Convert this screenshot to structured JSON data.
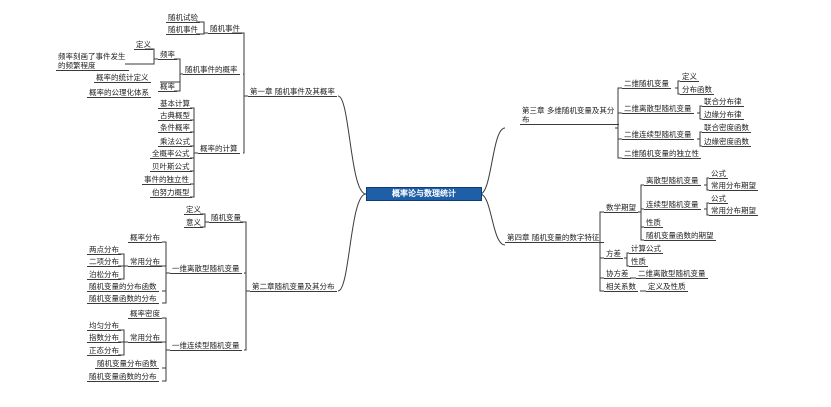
{
  "root": "概率论与数理统计",
  "ch1": {
    "title": "第一章 随机事件及其概率",
    "event": "随机事件",
    "experiment": "随机试验",
    "event_leaf": "随机事件",
    "prob": "随机事件的概率",
    "freq": "频率",
    "freq_def": "定义",
    "freq_desc": "频率刻画了事件发生的频繁程度",
    "stat_def": "概率的统计定义",
    "probability": "概率",
    "axiom": "概率的公理化体系",
    "calc": "概率的计算",
    "calc_items": [
      "基本计算",
      "古典概型",
      "条件概率",
      "乘法公式",
      "全概率公式",
      "贝叶斯公式",
      "事件的独立性",
      "伯努力概型"
    ]
  },
  "ch2": {
    "title": "第二章随机变量及其分布",
    "var": "随机变量",
    "def": "定义",
    "meaning": "意义",
    "discrete": "一维离散型随机变量",
    "pmf": "概率分布",
    "common": "常用分布",
    "discrete_dists": [
      "两点分布",
      "二项分布",
      "泊松分布"
    ],
    "disc_cdf": "随机变量的分布函数",
    "disc_func": "随机变量函数的分布",
    "continuous": "一维连续型随机变量",
    "pdf": "概率密度",
    "common2": "常用分布",
    "cont_dists": [
      "均匀分布",
      "指数分布",
      "正态分布"
    ],
    "cont_cdf": "随机变量分布函数",
    "cont_func": "随机变量函数的分布"
  },
  "ch3": {
    "title": "第三章 多维随机变量及其分布",
    "rv2": "二维随机变量",
    "rv2_def": "定义",
    "rv2_cdf": "分布函数",
    "disc2": "二维离散型随机变量",
    "joint": "联合分布律",
    "marginal": "边缘分布律",
    "cont2": "二维连续型随机变量",
    "joint_density": "联合密度函数",
    "marginal_density": "边缘密度函数",
    "independence": "二维随机变量的独立性"
  },
  "ch4": {
    "title": "第四章 随机变量的数字特征",
    "expectation": "数学期望",
    "disc_exp": "离散型随机变量",
    "formula1": "公式",
    "common_exp1": "常用分布期望",
    "cont_exp": "连续型随机变量",
    "formula2": "公式",
    "common_exp2": "常用分布期望",
    "property": "性质",
    "func_exp": "随机变量函数的期望",
    "variance": "方差",
    "var_calc": "计算公式",
    "var_prop": "性质",
    "covariance": "协方差",
    "cov_item": "二维离散型随机变量",
    "correlation": "相关系数",
    "corr_item": "定义及性质"
  }
}
